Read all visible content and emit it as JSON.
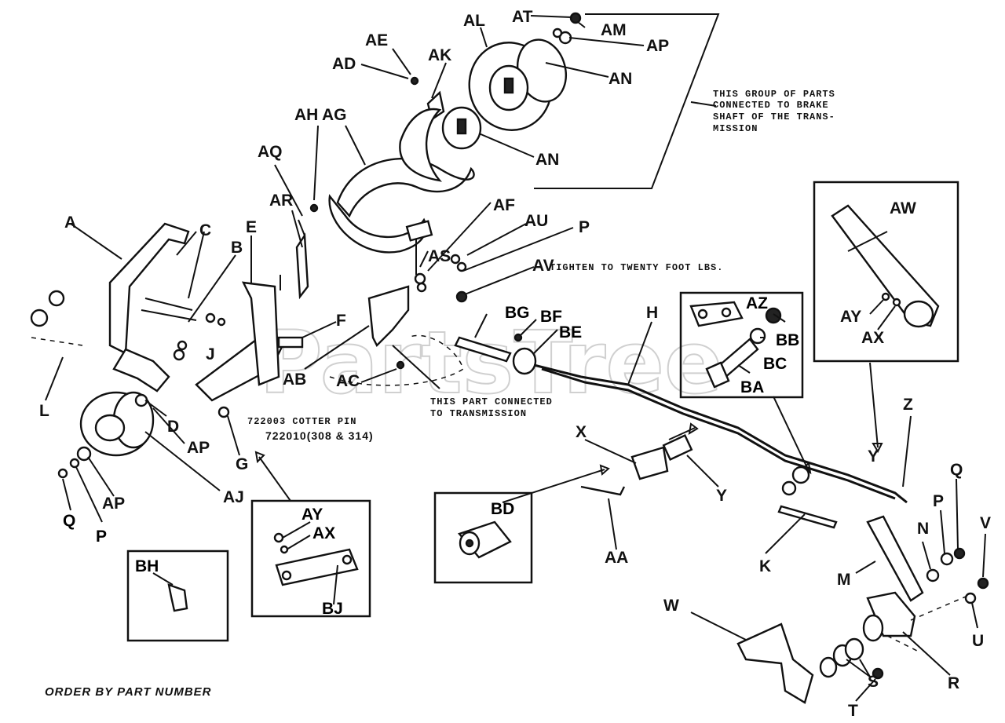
{
  "watermark": "PartsTree",
  "notes": {
    "brake_group": [
      "THIS GROUP OF PARTS",
      "CONNECTED TO BRAKE",
      "SHAFT OF THE TRANS-",
      "MISSION"
    ],
    "torque": "TIGHTEN TO TWENTY FOOT LBS.",
    "transmission": [
      "THIS PART CONNECTED",
      "TO TRANSMISSION"
    ],
    "cotter_pin": "722003 COTTER PIN",
    "cotter_pin_alt": "722010(308 & 314)",
    "footer": "ORDER BY PART NUMBER"
  },
  "labels": {
    "A": "A",
    "B": "B",
    "C": "C",
    "D": "D",
    "E": "E",
    "F": "F",
    "G": "G",
    "H": "H",
    "J": "J",
    "K": "K",
    "L": "L",
    "M": "M",
    "N": "N",
    "P1": "P",
    "P2": "P",
    "P3": "P",
    "Q1": "Q",
    "Q2": "Q",
    "R": "R",
    "S": "S",
    "T": "T",
    "U": "U",
    "V": "V",
    "W": "W",
    "X": "X",
    "Y1": "Y",
    "Y2": "Y",
    "Z": "Z",
    "AA": "AA",
    "AB": "AB",
    "AC": "AC",
    "AD": "AD",
    "AE": "AE",
    "AF": "AF",
    "AG": "AG",
    "AH": "AH",
    "AJ": "AJ",
    "AK": "AK",
    "AL": "AL",
    "AM": "AM",
    "AN1": "AN",
    "AN2": "AN",
    "AP1": "AP",
    "AP2": "AP",
    "AP3": "AP",
    "AQ": "AQ",
    "AR": "AR",
    "AS": "AS",
    "AT": "AT",
    "AU": "AU",
    "AV": "AV",
    "AW": "AW",
    "AX1": "AX",
    "AX2": "AX",
    "AY1": "AY",
    "AY2": "AY",
    "AZ": "AZ",
    "BA": "BA",
    "BB": "BB",
    "BC": "BC",
    "BD": "BD",
    "BE": "BE",
    "BF": "BF",
    "BG": "BG",
    "BH": "BH",
    "BJ": "BJ"
  }
}
